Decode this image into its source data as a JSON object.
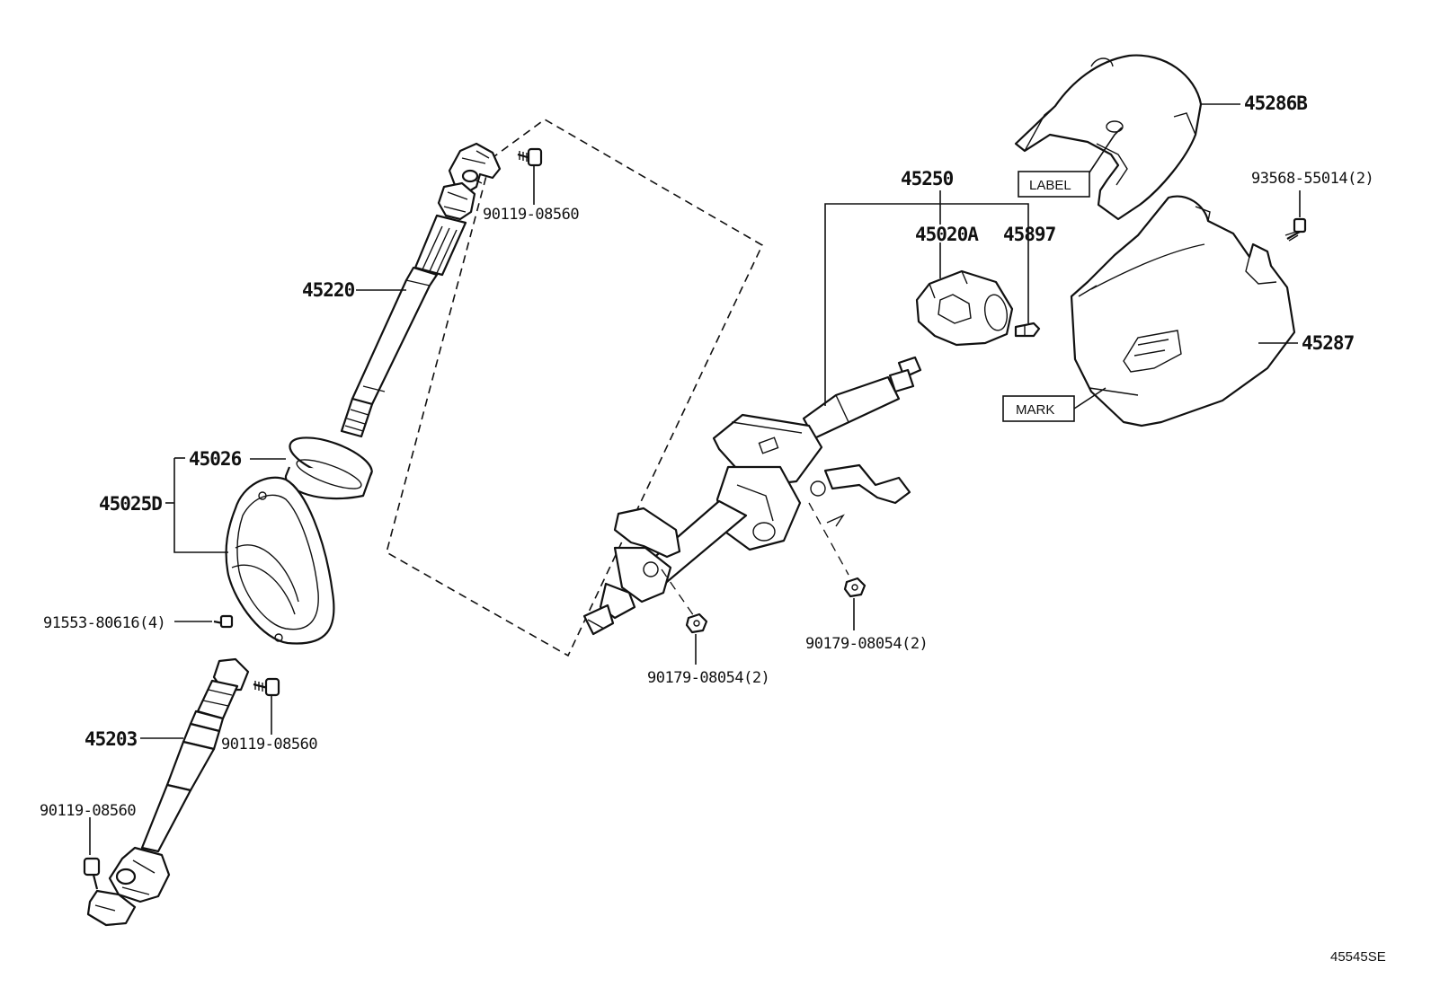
{
  "labels": {
    "p45286B": "45286B",
    "p93568": "93568-55014(2)",
    "p45250": "45250",
    "p45020A": "45020A",
    "p45897": "45897",
    "p45287": "45287",
    "pLabel": "LABEL",
    "pMark": "MARK",
    "p45220": "45220",
    "p90119_top": "90119-08560",
    "p45026": "45026",
    "p45025D": "45025D",
    "p91553": "91553-80616(4)",
    "p45203": "45203",
    "p90119_mid": "90119-08560",
    "p90119_bot": "90119-08560",
    "p90179_right": "90179-08054(2)",
    "p90179_left": "90179-08054(2)",
    "ref": "45545SE"
  }
}
